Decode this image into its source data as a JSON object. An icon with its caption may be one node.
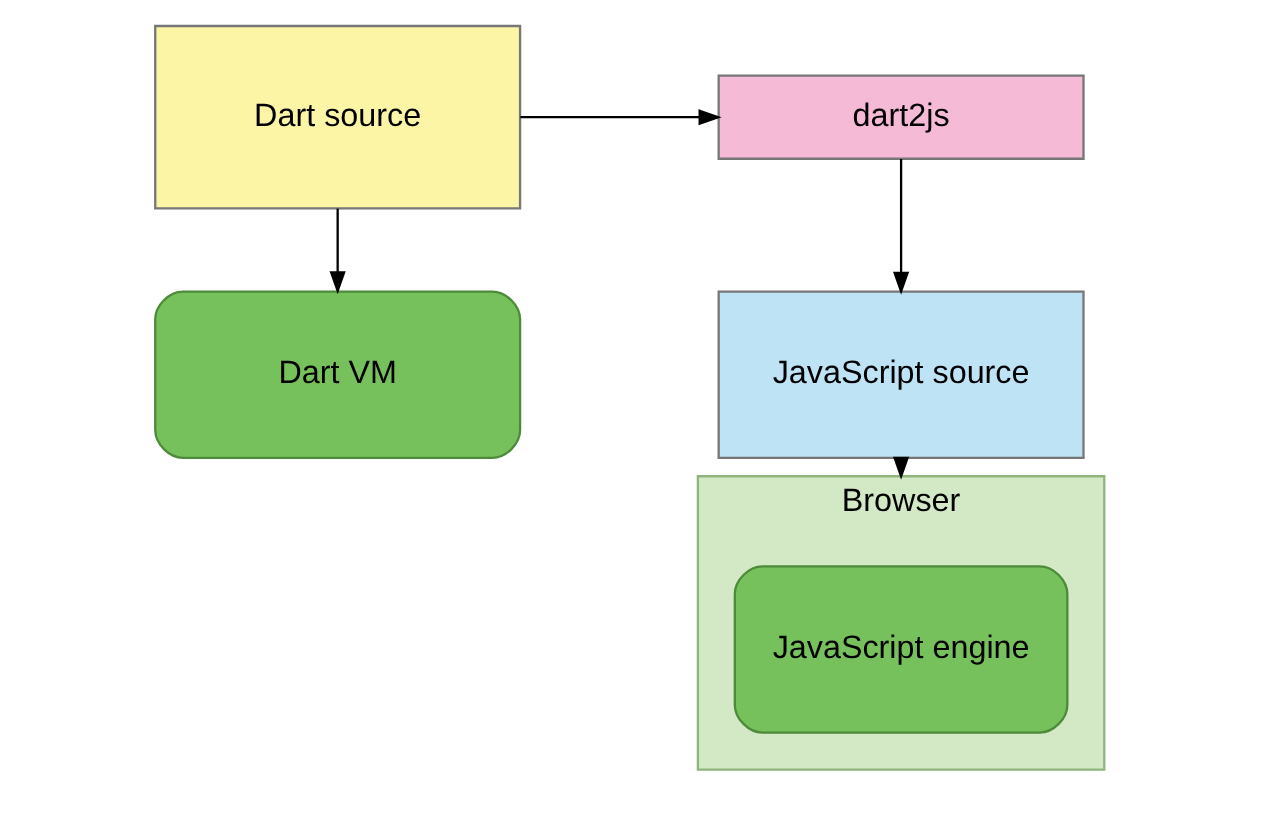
{
  "diagram": {
    "nodes": [
      {
        "text": [
          "Dart source"
        ]
      },
      {
        "text": [
          "dart2js"
        ]
      },
      {
        "text": [
          "JavaScript source"
        ]
      },
      {
        "text": [
          "Dart VM"
        ]
      },
      {
        "text": [
          "Browser"
        ]
      },
      {
        "text": [
          "JavaScript engine"
        ],
        "in": 4
      }
    ],
    "edges": [
      {
        "from": 0,
        "to": 1,
        "arrow": "to"
      },
      {
        "from": 1,
        "to": 2,
        "arrow": "to"
      },
      {
        "from": 2,
        "to": 4,
        "arrow": "to"
      },
      {
        "from": 0,
        "to": 3,
        "arrow": "to"
      }
    ]
  }
}
